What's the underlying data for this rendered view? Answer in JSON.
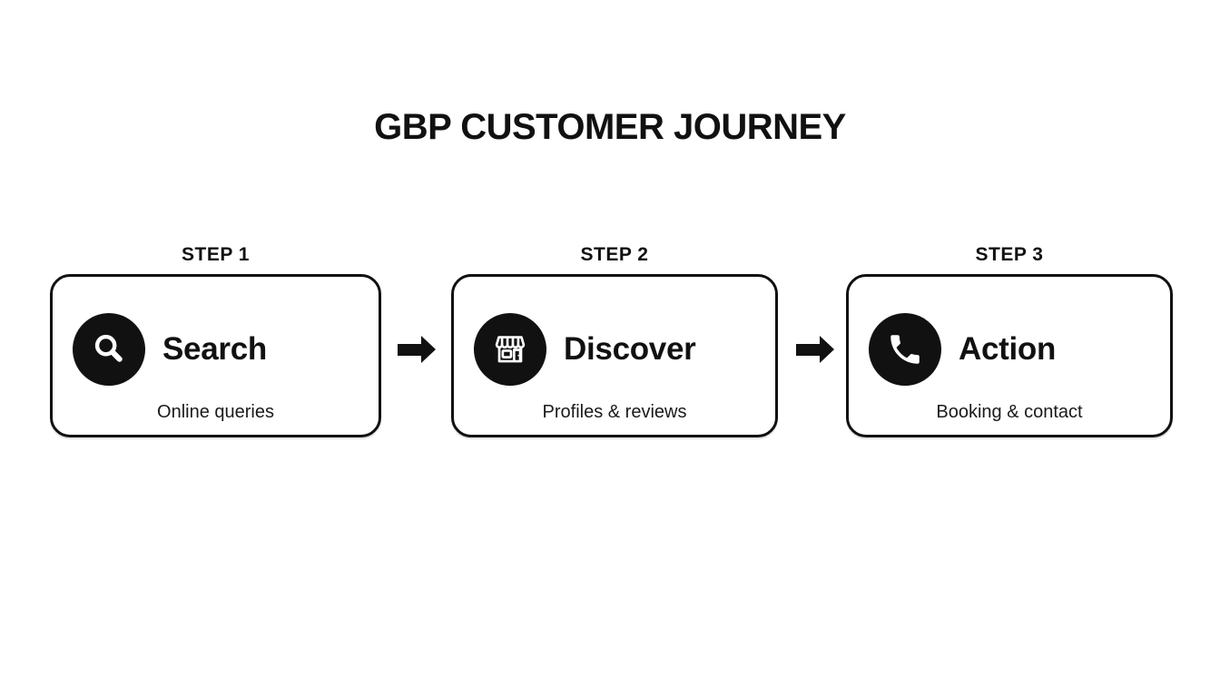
{
  "title": "GBP CUSTOMER JOURNEY",
  "colors": {
    "background": "#ffffff",
    "ink": "#111111"
  },
  "steps": [
    {
      "label": "STEP 1",
      "title": "Search",
      "subtitle": "Online queries",
      "icon": "search-icon"
    },
    {
      "label": "STEP 2",
      "title": "Discover",
      "subtitle": "Profiles & reviews",
      "icon": "storefront-icon"
    },
    {
      "label": "STEP 3",
      "title": "Action",
      "subtitle": "Booking & contact",
      "icon": "phone-icon"
    }
  ],
  "connectors": [
    {
      "icon": "right-arrow-icon"
    },
    {
      "icon": "right-arrow-icon"
    }
  ]
}
